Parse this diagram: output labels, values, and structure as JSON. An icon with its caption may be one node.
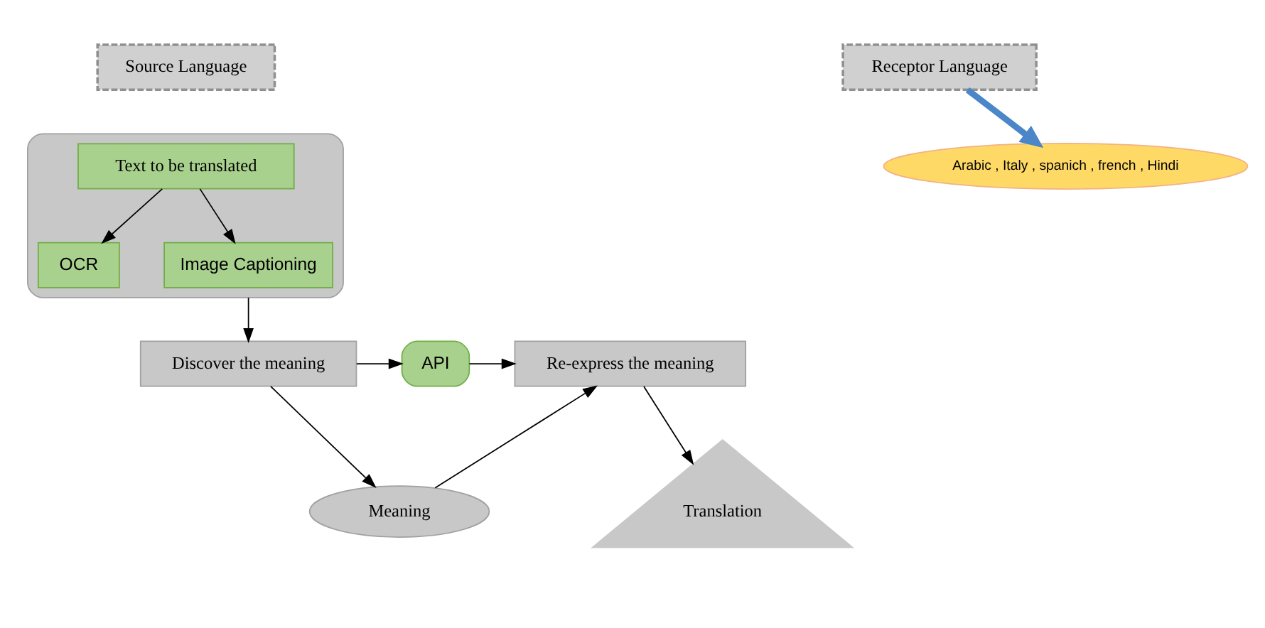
{
  "diagram": {
    "nodes": [
      {
        "text": [
          "Source Language"
        ]
      },
      {
        "text": [],
        "shape": "box"
      },
      {
        "text": [
          "Text to be translated"
        ],
        "in": 1
      },
      {
        "text": [
          "OCR"
        ],
        "in": 1
      },
      {
        "text": [
          "Image Captioning"
        ],
        "in": 1
      },
      {
        "text": [
          "Discover the meaning"
        ]
      },
      {
        "text": [
          "API"
        ]
      },
      {
        "text": [
          "Re-express the meaning"
        ]
      },
      {
        "text": [
          "Meaning"
        ]
      },
      {
        "text": [
          "Translation"
        ]
      },
      {
        "text": [
          "Receptor Language"
        ]
      },
      {
        "text": [
          "Arabic , Italy , spanich , french , Hindi"
        ]
      }
    ],
    "edges": [
      {
        "from": 2,
        "to": 3,
        "arrow": "to"
      },
      {
        "from": 2,
        "to": 4,
        "arrow": "to"
      },
      {
        "from": 1,
        "to": 5,
        "arrow": "to"
      },
      {
        "from": 5,
        "to": 6,
        "arrow": "to"
      },
      {
        "from": 6,
        "to": 7,
        "arrow": "to"
      },
      {
        "from": 5,
        "to": 8,
        "arrow": "to"
      },
      {
        "from": 8,
        "to": 7,
        "arrow": "to"
      },
      {
        "from": 7,
        "to": 9,
        "arrow": "to"
      },
      {
        "from": 10,
        "to": 11,
        "arrow": "to",
        "style": "thick",
        "color": "#4a86c8"
      }
    ]
  }
}
